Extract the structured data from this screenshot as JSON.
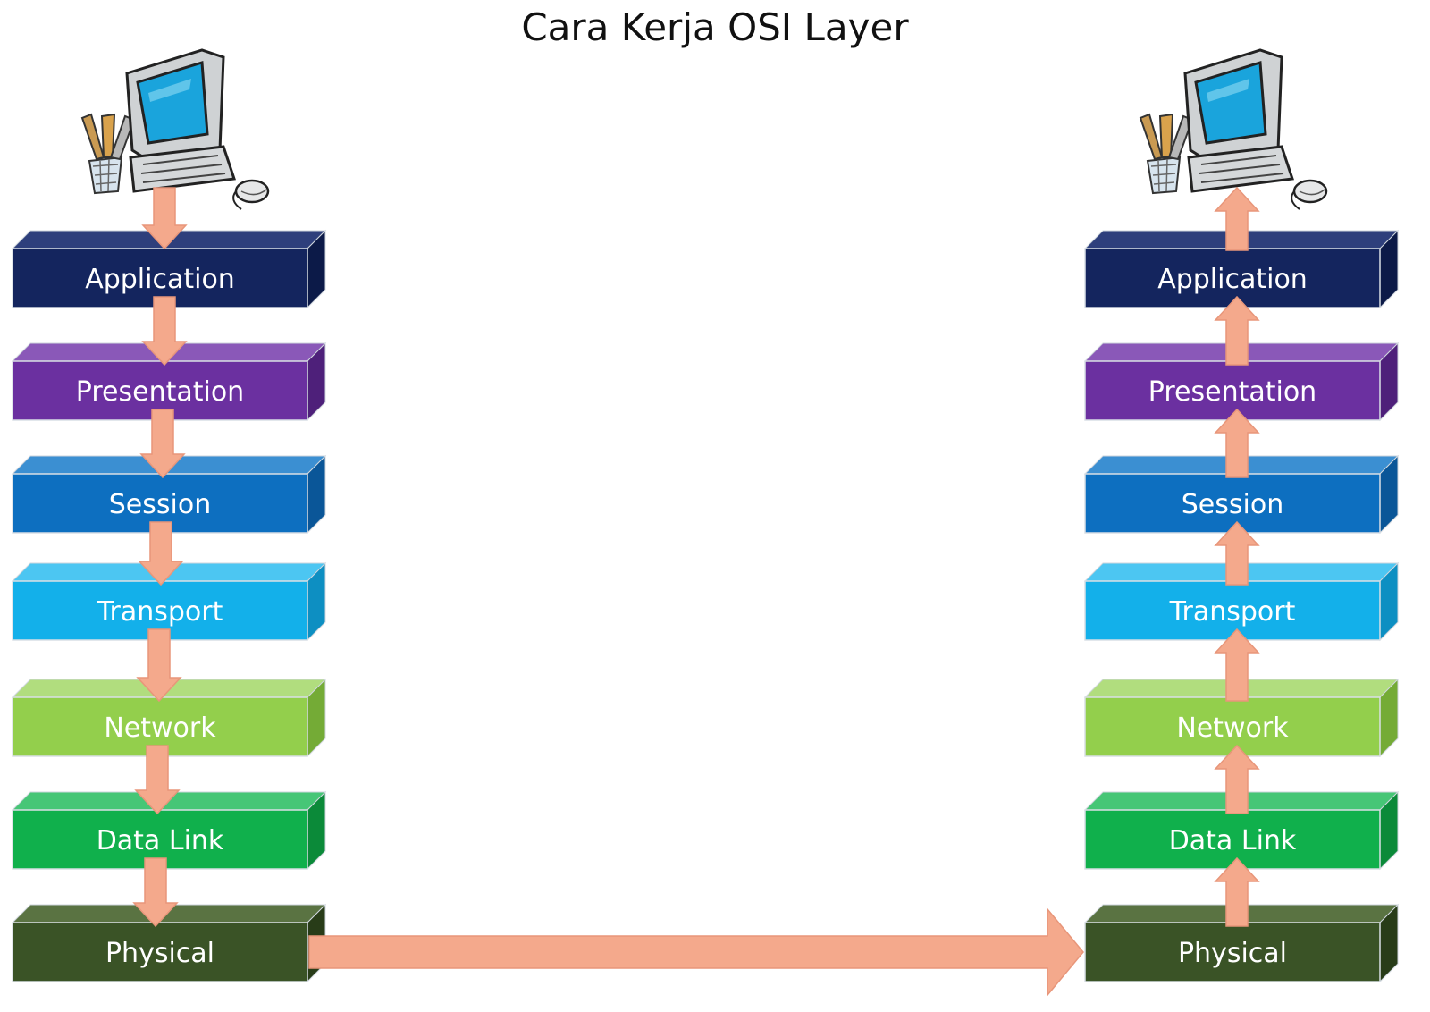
{
  "title": "Cara Kerja OSI Layer",
  "layers": [
    {
      "label": "Application",
      "color": "#14255e",
      "top": "#2e3f7c",
      "side": "#0c1a48"
    },
    {
      "label": "Presentation",
      "color": "#6b30a0",
      "top": "#8a58b8",
      "side": "#4e207a"
    },
    {
      "label": "Session",
      "color": "#0d6fc0",
      "top": "#3b8fd2",
      "side": "#0a5698"
    },
    {
      "label": "Transport",
      "color": "#13b0ea",
      "top": "#4cc6f2",
      "side": "#0d8fc2"
    },
    {
      "label": "Network",
      "color": "#93cf4c",
      "top": "#b1dd7e",
      "side": "#74ab36"
    },
    {
      "label": "Data Link",
      "color": "#10b04c",
      "top": "#46c676",
      "side": "#0b8a39"
    },
    {
      "label": "Physical",
      "color": "#3a5326",
      "top": "#5a7342",
      "side": "#283c18"
    }
  ],
  "arrow_color": "#f4a98c",
  "left_stack": {
    "direction": "down"
  },
  "right_stack": {
    "direction": "up"
  }
}
